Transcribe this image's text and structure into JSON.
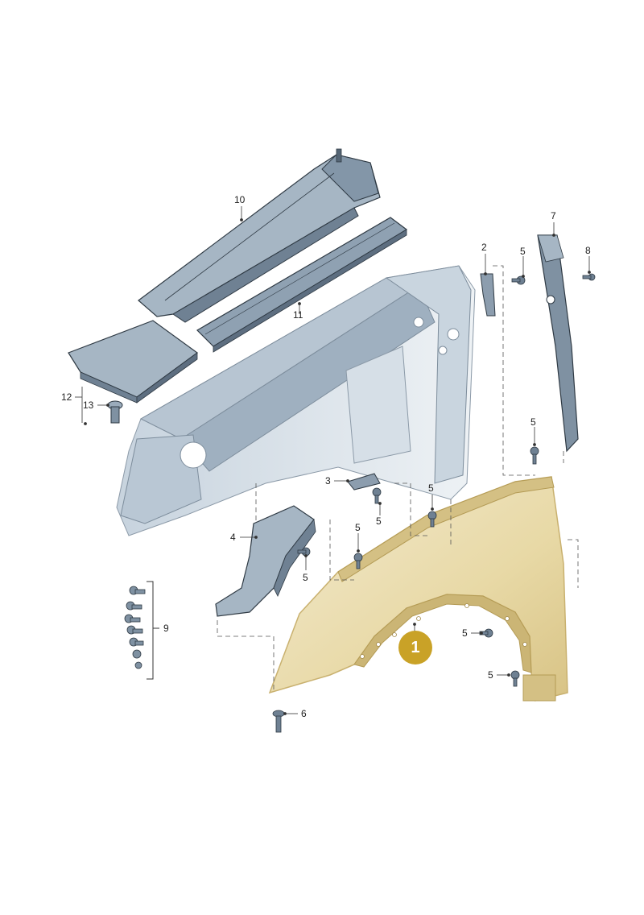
{
  "diagram": {
    "highlighted_part": {
      "label": "1"
    },
    "callouts": {
      "c2": "2",
      "c3": "3",
      "c4": "4",
      "c5a": "5",
      "c5b": "5",
      "c5c": "5",
      "c5d": "5",
      "c5e": "5",
      "c5f": "5",
      "c5g": "5",
      "c5h": "5",
      "c6": "6",
      "c7": "7",
      "c8": "8",
      "c9": "9",
      "c10": "10",
      "c11": "11",
      "c12": "12",
      "c13": "13"
    }
  },
  "colors": {
    "fender_fill": "#ede0b4",
    "fender_edge": "#c9b16f",
    "badge": "#c9a227",
    "panel_fill": "#a9b8c6",
    "panel_dark": "#6f8193",
    "panel_light": "#d3dde6",
    "body_fill": "#e6ecf1",
    "line": "#333333",
    "dash": "#555555"
  }
}
